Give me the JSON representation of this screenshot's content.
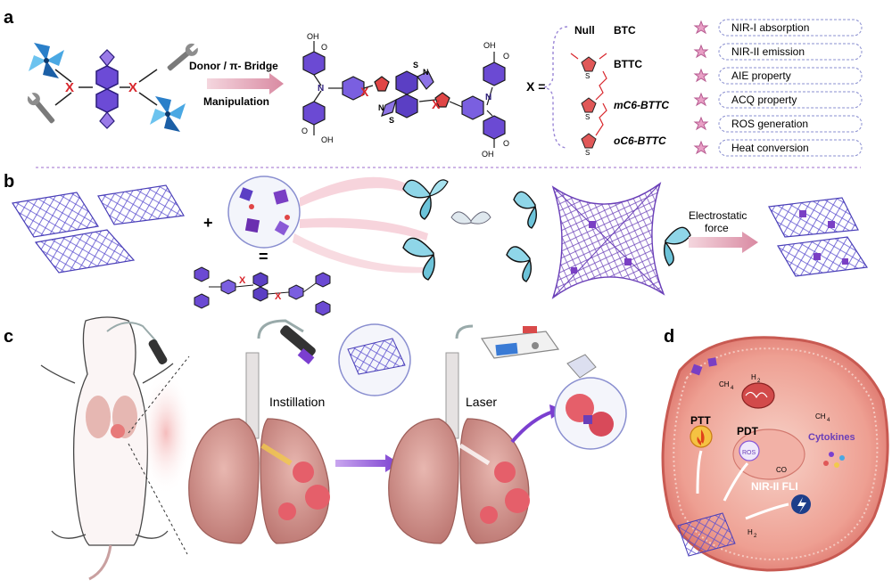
{
  "panels": {
    "a": "a",
    "b": "b",
    "c": "c",
    "d": "d"
  },
  "panel_a": {
    "arrow_top": "Donor / π- Bridge",
    "arrow_bottom": "Manipulation",
    "x_mark": "X",
    "x_equals": "X =",
    "options": [
      {
        "prefix": "Null",
        "name": "BTC"
      },
      {
        "prefix": "",
        "name": "BTTC"
      },
      {
        "prefix": "",
        "name": "mC6-BTTC"
      },
      {
        "prefix": "",
        "name": "oC6-BTTC"
      }
    ],
    "thiophene_s": "S",
    "cooh": "OH",
    "atoms": {
      "N": "N",
      "S": "S",
      "O": "O"
    },
    "properties": [
      "NIR-I absorption",
      "NIR-II emission",
      "AIE property",
      "ACQ property",
      "ROS generation",
      "Heat conversion"
    ]
  },
  "panel_b": {
    "plus": "+",
    "equals": "=",
    "force_label_1": "Electrostatic",
    "force_label_2": "force"
  },
  "panel_c": {
    "step1": "Instillation",
    "step2": "Laser"
  },
  "panel_d": {
    "ptt": "PTT",
    "pdt": "PDT",
    "ros": "ROS",
    "cytokines": "Cytokines",
    "nir_fli": "NIR-II FLI",
    "ch4a": "CH",
    "h2a": "H",
    "ch4b": "CH",
    "co": "CO",
    "h2b": "H",
    "sub4": "4",
    "sub2": "2"
  },
  "colors": {
    "purple": "#5b3fc4",
    "violet": "#8a5ad6",
    "red_x": "#d8262c",
    "pink_arrow": "#e9a9b8",
    "lung": "#c98a86",
    "cell": "#e89a8e",
    "prop_border": "#8a8fd0"
  }
}
